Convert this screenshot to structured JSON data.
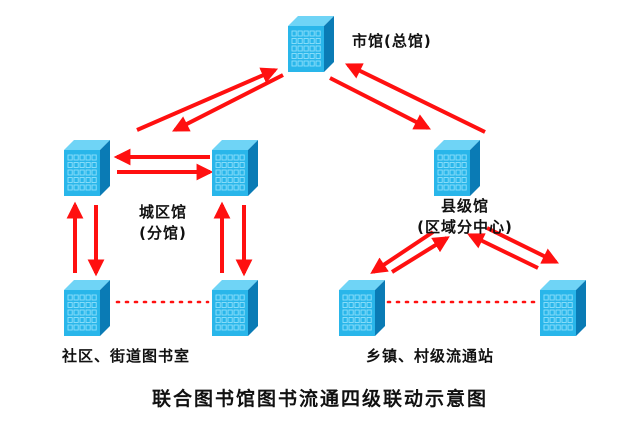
{
  "title": "联合图书馆图书流通四级联动示意图",
  "colors": {
    "arrow": "#ff1010",
    "building_front": "#29b6ea",
    "building_side": "#0a7bb5",
    "building_top": "#6fd4f6",
    "window": "#8fe0fb",
    "text": "#111111"
  },
  "nodes": [
    {
      "id": "city",
      "label": "市馆(总馆)",
      "icon": "building-icon"
    },
    {
      "id": "district_left",
      "label": "",
      "icon": "building-icon"
    },
    {
      "id": "district_right",
      "label": "",
      "icon": "building-icon"
    },
    {
      "id": "county",
      "label": "",
      "icon": "building-icon"
    },
    {
      "id": "community_left",
      "label": "",
      "icon": "building-icon"
    },
    {
      "id": "community_right",
      "label": "",
      "icon": "building-icon"
    },
    {
      "id": "town_left",
      "label": "",
      "icon": "building-icon"
    },
    {
      "id": "town_right",
      "label": "",
      "icon": "building-icon"
    }
  ],
  "labels": {
    "city": "市馆(总馆)",
    "district_line1": "城区馆",
    "district_line2": "(分馆)",
    "county_line1": "县级馆",
    "county_line2": "(区域分中心)",
    "community": "社区、街道图书室",
    "town": "乡镇、村级流通站"
  },
  "edges": [
    {
      "from": "district_left",
      "to": "city",
      "style": "arrow"
    },
    {
      "from": "city",
      "to": "district_left",
      "style": "arrow"
    },
    {
      "from": "city",
      "to": "county",
      "style": "arrow"
    },
    {
      "from": "county",
      "to": "city",
      "style": "arrow"
    },
    {
      "from": "district_right",
      "to": "district_left",
      "style": "arrow"
    },
    {
      "from": "district_left",
      "to": "district_right",
      "style": "arrow"
    },
    {
      "from": "community_left",
      "to": "district_left",
      "style": "arrow"
    },
    {
      "from": "district_left",
      "to": "community_left",
      "style": "arrow"
    },
    {
      "from": "community_right",
      "to": "district_right",
      "style": "arrow"
    },
    {
      "from": "district_right",
      "to": "community_right",
      "style": "arrow"
    },
    {
      "from": "county",
      "to": "town_left",
      "style": "arrow"
    },
    {
      "from": "town_left",
      "to": "county",
      "style": "arrow"
    },
    {
      "from": "town_right",
      "to": "county",
      "style": "arrow"
    },
    {
      "from": "county",
      "to": "town_right",
      "style": "arrow"
    },
    {
      "from": "community_left",
      "to": "community_right",
      "style": "dotted"
    },
    {
      "from": "town_left",
      "to": "town_right",
      "style": "dotted"
    }
  ]
}
